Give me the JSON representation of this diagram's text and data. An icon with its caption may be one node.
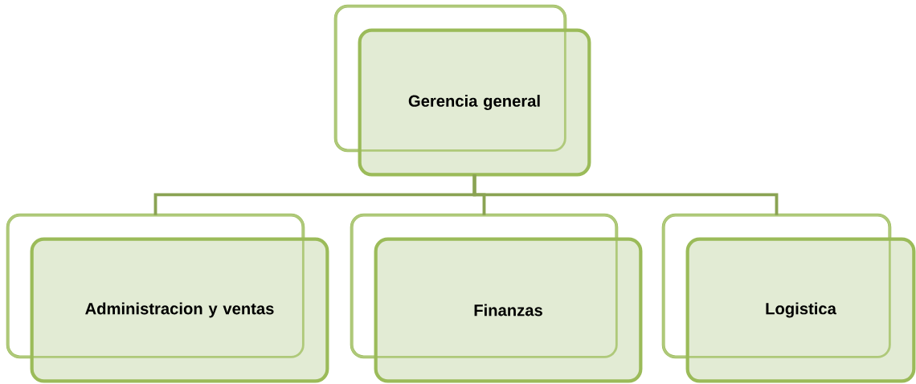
{
  "diagram": {
    "nodes": [
      {
        "text": [
          "Gerencia general"
        ]
      },
      {
        "text": [
          "Administracion y ventas"
        ]
      },
      {
        "text": [
          "Finanzas"
        ]
      },
      {
        "text": [
          "Logistica"
        ]
      }
    ],
    "edges": [
      {
        "from": 0,
        "to": 1,
        "arrow": "none"
      },
      {
        "from": 0,
        "to": 2,
        "arrow": "none"
      },
      {
        "from": 0,
        "to": 3,
        "arrow": "none"
      }
    ]
  }
}
